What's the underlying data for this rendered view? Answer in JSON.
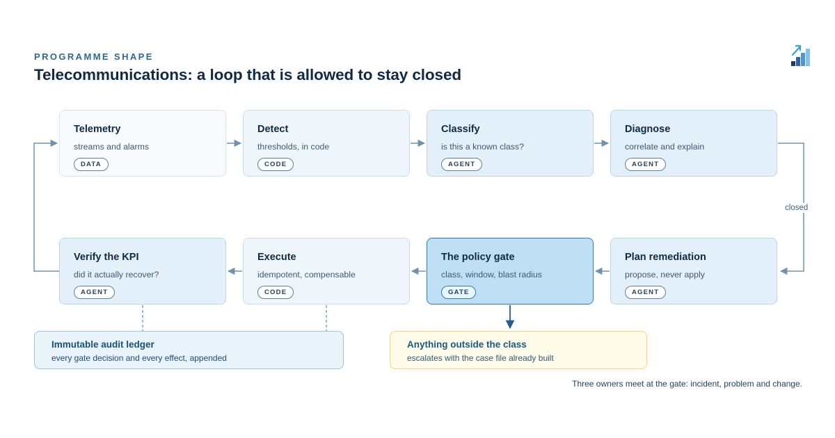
{
  "header": {
    "eyebrow": "PROGRAMME SHAPE",
    "title": "Telecommunications: a loop that is allowed to stay closed"
  },
  "logo": {
    "icon": "bar-chart-arrow-icon",
    "colors": [
      "#1e3a6e",
      "#3b7fc4",
      "#7cc0e6"
    ]
  },
  "steps": {
    "telemetry": {
      "title": "Telemetry",
      "subtitle": "streams and alarms",
      "tag": "DATA"
    },
    "detect": {
      "title": "Detect",
      "subtitle": "thresholds, in code",
      "tag": "CODE"
    },
    "classify": {
      "title": "Classify",
      "subtitle": "is this a known class?",
      "tag": "AGENT"
    },
    "diagnose": {
      "title": "Diagnose",
      "subtitle": "correlate and explain",
      "tag": "AGENT"
    },
    "plan": {
      "title": "Plan remediation",
      "subtitle": "propose, never apply",
      "tag": "AGENT"
    },
    "gate": {
      "title": "The policy gate",
      "subtitle": "class, window, blast radius",
      "tag": "GATE"
    },
    "execute": {
      "title": "Execute",
      "subtitle": "idempotent, compensable",
      "tag": "CODE"
    },
    "verify": {
      "title": "Verify the KPI",
      "subtitle": "did it actually recover?",
      "tag": "AGENT"
    }
  },
  "loop_label": "closed",
  "ledger": {
    "title": "Immutable audit ledger",
    "subtitle": "every gate decision and every effect, appended"
  },
  "escalation": {
    "title": "Anything outside the class",
    "subtitle": "escalates with the case file already built"
  },
  "footnote": "Three owners meet at the gate: incident, problem and change.",
  "colors": {
    "gate_fill": "#bfe0f4",
    "gate_border": "#2f7bb1",
    "ledger_fill": "#e8f3fa",
    "escalation_fill": "#fffbe9",
    "escalation_border": "#f1d77a",
    "connector": "#6f93ad"
  }
}
